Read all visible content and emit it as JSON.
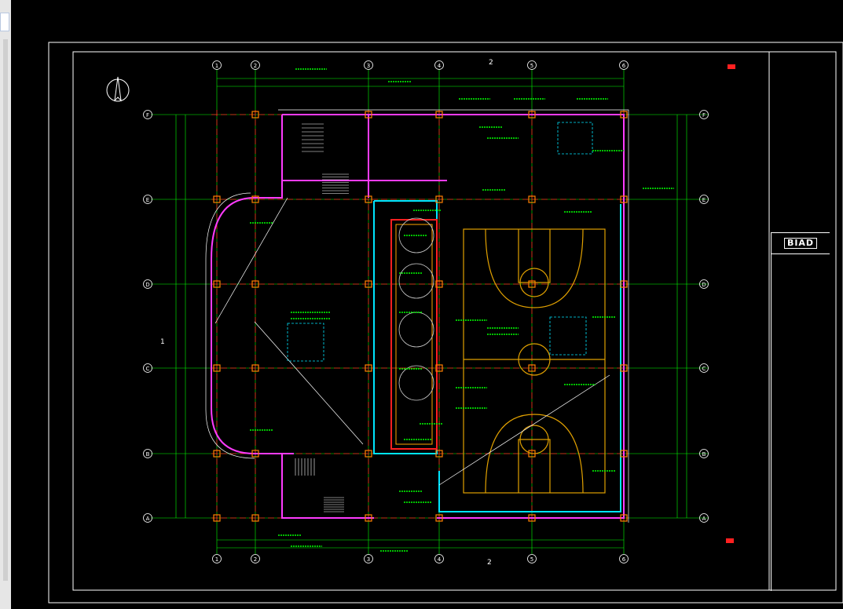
{
  "title_block": {
    "logo": "BIAD"
  },
  "grid": {
    "columns": [
      "1",
      "2",
      "3",
      "4",
      "5",
      "6"
    ],
    "rows": [
      "F",
      "E",
      "D",
      "C",
      "B",
      "A"
    ]
  },
  "marks": {
    "center_top": "2",
    "center_bottom": "2",
    "left_mid": "1"
  },
  "colors": {
    "background": "#000000",
    "grid_line": "#00ff00",
    "axis_dash": "#ff2020",
    "wall": "#ff3bff",
    "court": "#e0a000",
    "cyan": "#00e5ff",
    "column": "#ff8000",
    "frame": "#ffffff",
    "red_text": "#ff2020"
  }
}
